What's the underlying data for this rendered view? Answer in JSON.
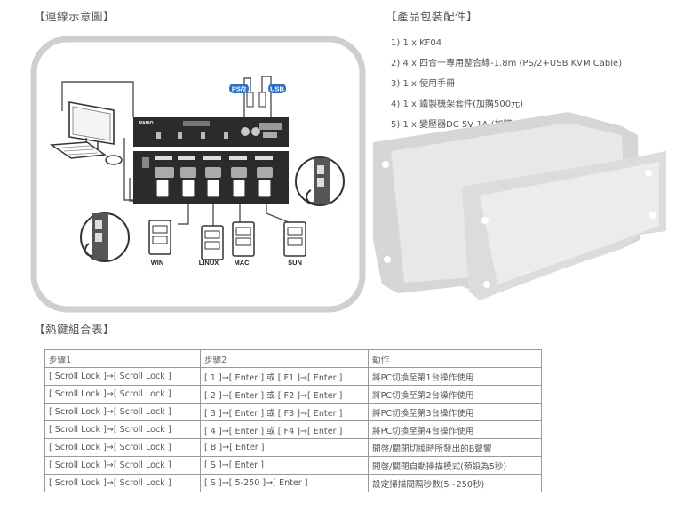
{
  "headings": {
    "connection": "【連線示意圖】",
    "package": "【產品包裝配件】",
    "hotkeys": "【熱鍵組合表】"
  },
  "package_items": [
    "1) 1 x KF04",
    "2) 4 x 四合一專用整合線-1.8m (PS/2+USB KVM Cable)",
    "3) 1 x 使用手冊",
    "4) 1 x 鐵製機架套件(加購500元)",
    "5) 1 x 變壓器DC 5V 1A (加購350元)"
  ],
  "diagram": {
    "badge_ps2": "PS/2",
    "badge_usb": "USB",
    "brand": "PANIO",
    "os_labels": [
      "WIN",
      "LINUX",
      "MAC",
      "SUN"
    ]
  },
  "hotkey_table": {
    "headers": [
      "步驟1",
      "步驟2",
      "動作"
    ],
    "rows": [
      [
        "[ Scroll Lock ]→[ Scroll Lock ]",
        "[ 1 ]→[ Enter ] 或 [ F1 ]→[ Enter ]",
        "將PC切換至第1台操作使用"
      ],
      [
        "[ Scroll Lock ]→[ Scroll Lock ]",
        "[ 2 ]→[ Enter ] 或 [ F2 ]→[ Enter ]",
        "將PC切換至第2台操作使用"
      ],
      [
        "[ Scroll Lock ]→[ Scroll Lock ]",
        "[ 3 ]→[ Enter ] 或 [ F3 ]→[ Enter ]",
        "將PC切換至第3台操作使用"
      ],
      [
        "[ Scroll Lock ]→[ Scroll Lock ]",
        "[ 4 ]→[ Enter ] 或 [ F4 ]→[ Enter ]",
        "將PC切換至第4台操作使用"
      ],
      [
        "[ Scroll Lock ]→[ Scroll Lock ]",
        "[ B ]→[ Enter ]",
        "開啓/關閉切換時所發出的B聲響"
      ],
      [
        "[ Scroll Lock ]→[ Scroll Lock ]",
        "[ S ]→[ Enter ]",
        "開啓/關閉自動掃描模式(預設為5秒)"
      ],
      [
        "[ Scroll Lock ]→[ Scroll Lock ]",
        "[ S ]→[ 5-250 ]→[ Enter ]",
        "設定掃描間隔秒數(5~250秒)"
      ]
    ]
  }
}
